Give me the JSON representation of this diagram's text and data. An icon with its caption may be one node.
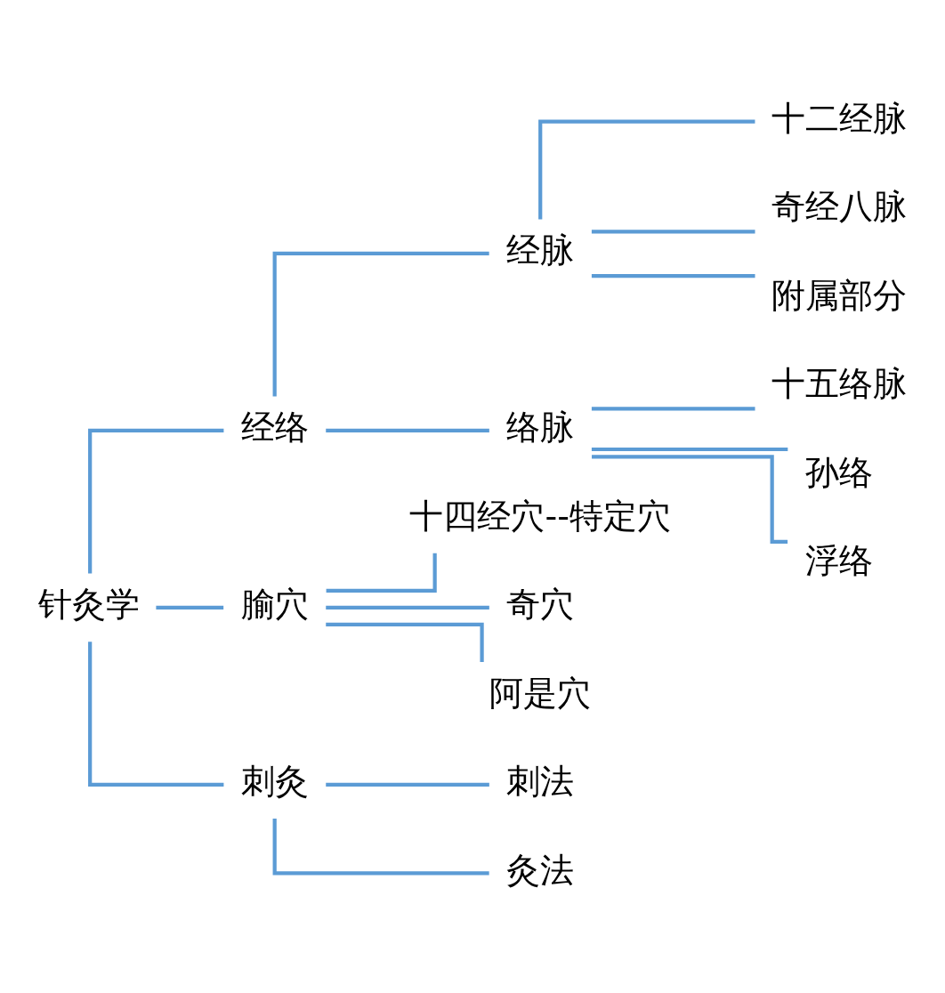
{
  "diagram": {
    "nodes": [
      {
        "text": [
          "针灸学"
        ]
      },
      {
        "text": [
          "经络"
        ]
      },
      {
        "text": [
          "经脉"
        ]
      },
      {
        "text": [
          "十二经脉"
        ]
      },
      {
        "text": [
          "奇经八脉"
        ]
      },
      {
        "text": [
          "附属部分"
        ]
      },
      {
        "text": [
          "络脉"
        ]
      },
      {
        "text": [
          "十五络脉"
        ]
      },
      {
        "text": [
          "孙络"
        ]
      },
      {
        "text": [
          "浮络"
        ]
      },
      {
        "text": [
          "腧穴"
        ]
      },
      {
        "text": [
          "十四经穴--特定穴"
        ]
      },
      {
        "text": [
          "奇穴"
        ]
      },
      {
        "text": [
          "阿是穴"
        ]
      },
      {
        "text": [
          "刺灸"
        ]
      },
      {
        "text": [
          "刺法"
        ]
      },
      {
        "text": [
          "灸法"
        ]
      }
    ],
    "edges": [
      {
        "from": 0,
        "to": 1,
        "arrow": "none"
      },
      {
        "from": 0,
        "to": 10,
        "arrow": "none"
      },
      {
        "from": 0,
        "to": 14,
        "arrow": "none"
      },
      {
        "from": 1,
        "to": 2,
        "arrow": "none"
      },
      {
        "from": 1,
        "to": 6,
        "arrow": "none"
      },
      {
        "from": 2,
        "to": 3,
        "arrow": "none"
      },
      {
        "from": 2,
        "to": 4,
        "arrow": "none"
      },
      {
        "from": 2,
        "to": 5,
        "arrow": "none"
      },
      {
        "from": 6,
        "to": 7,
        "arrow": "none"
      },
      {
        "from": 6,
        "to": 8,
        "arrow": "none"
      },
      {
        "from": 6,
        "to": 9,
        "arrow": "none"
      },
      {
        "from": 10,
        "to": 11,
        "arrow": "none"
      },
      {
        "from": 10,
        "to": 12,
        "arrow": "none"
      },
      {
        "from": 10,
        "to": 13,
        "arrow": "none"
      },
      {
        "from": 14,
        "to": 15,
        "arrow": "none"
      },
      {
        "from": 14,
        "to": 16,
        "arrow": "none"
      }
    ]
  }
}
